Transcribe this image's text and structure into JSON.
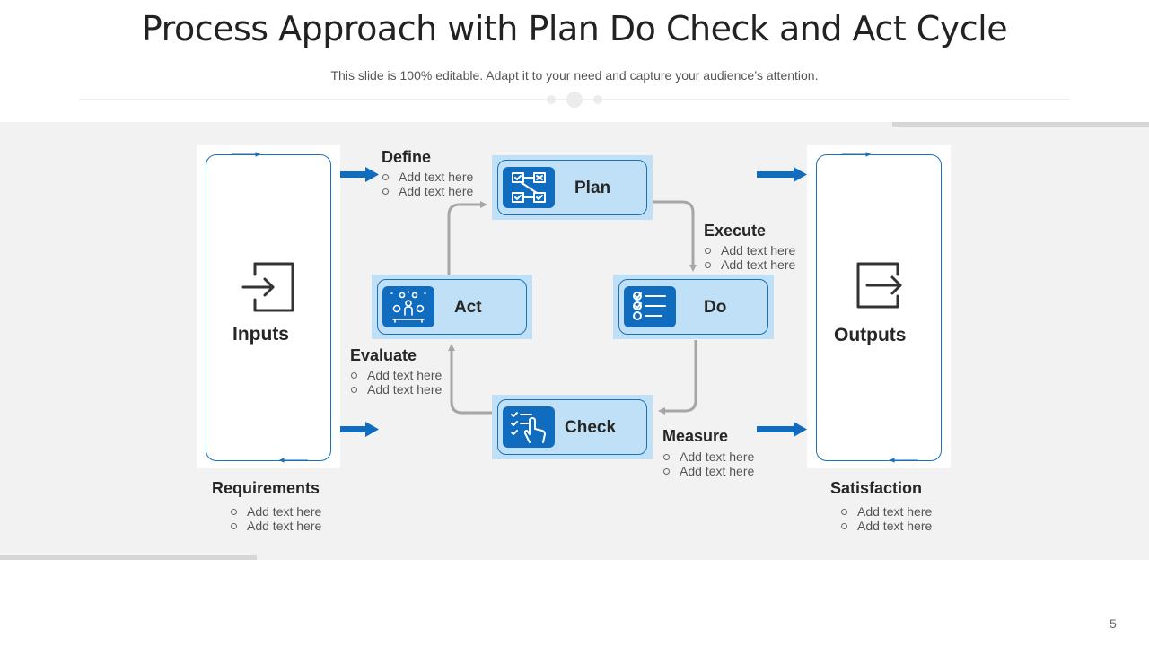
{
  "slide": {
    "title": "Process Approach with Plan Do Check and Act Cycle",
    "subtitle": "This slide is 100% editable. Adapt it to your need and capture your audience’s attention.",
    "page_number": "5"
  },
  "colors": {
    "accent_blue": "#0f6cbf",
    "node_fill": "#bfe0f7",
    "band_gray": "#f2f2f2",
    "connector_gray": "#a6a6a6"
  },
  "inputs": {
    "label": "Inputs",
    "icon": "sign-in-icon",
    "caption": "Requirements",
    "bullets": [
      "Add text here",
      "Add text here"
    ]
  },
  "outputs": {
    "label": "Outputs",
    "icon": "sign-out-icon",
    "caption": "Satisfaction",
    "bullets": [
      "Add text here",
      "Add text here"
    ]
  },
  "nodes": {
    "plan": {
      "label": "Plan",
      "icon": "flowchart-icon"
    },
    "do": {
      "label": "Do",
      "icon": "checklist-icon"
    },
    "check": {
      "label": "Check",
      "icon": "touch-checklist-icon"
    },
    "act": {
      "label": "Act",
      "icon": "team-presentation-icon"
    }
  },
  "steps": {
    "define": {
      "heading": "Define",
      "bullets": [
        "Add text here",
        "Add text here"
      ]
    },
    "execute": {
      "heading": "Execute",
      "bullets": [
        "Add text here",
        "Add text here"
      ]
    },
    "measure": {
      "heading": "Measure",
      "bullets": [
        "Add text here",
        "Add text here"
      ]
    },
    "evaluate": {
      "heading": "Evaluate",
      "bullets": [
        "Add text here",
        "Add text here"
      ]
    }
  }
}
